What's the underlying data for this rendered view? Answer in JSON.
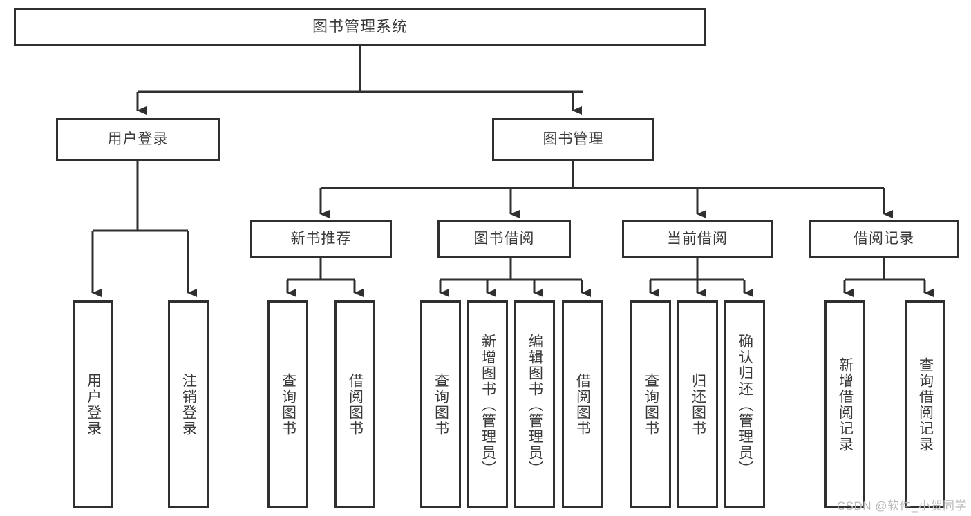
{
  "diagram": {
    "kind": "tree-hierarchy",
    "title": "图书管理系统",
    "watermark": "CSDN @软件_小贺同学",
    "colors": {
      "stroke": "#2f2f2f",
      "text": "#3a3a3a",
      "background": "#ffffff",
      "watermark": "#b9b9b9"
    },
    "root": {
      "label": "图书管理系统"
    },
    "level1": [
      {
        "label": "用户登录"
      },
      {
        "label": "图书管理"
      }
    ],
    "level2": [
      {
        "label": "新书推荐"
      },
      {
        "label": "图书借阅"
      },
      {
        "label": "当前借阅"
      },
      {
        "label": "借阅记录"
      }
    ],
    "leaves": {
      "user_login": [
        {
          "label": "用户登录"
        },
        {
          "label": "注销登录"
        }
      ],
      "new_book_recommend": [
        {
          "label": "查询图书"
        },
        {
          "label": "借阅图书"
        }
      ],
      "book_borrow": [
        {
          "label": "查询图书"
        },
        {
          "label": "新增图书（管理员）"
        },
        {
          "label": "编辑图书（管理员）"
        },
        {
          "label": "借阅图书"
        }
      ],
      "current_borrow": [
        {
          "label": "查询图书"
        },
        {
          "label": "归还图书"
        },
        {
          "label": "确认归还（管理员）"
        }
      ],
      "borrow_record": [
        {
          "label": "新增借阅记录"
        },
        {
          "label": "查询借阅记录"
        }
      ]
    }
  }
}
